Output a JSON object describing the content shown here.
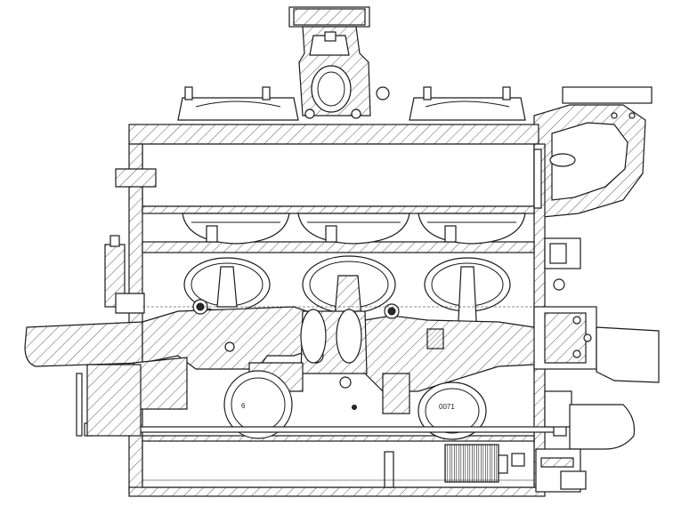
{
  "drawing": {
    "labels": {
      "part_mark_left": "6",
      "part_mark_right": "0071"
    },
    "cylinders": 3
  }
}
